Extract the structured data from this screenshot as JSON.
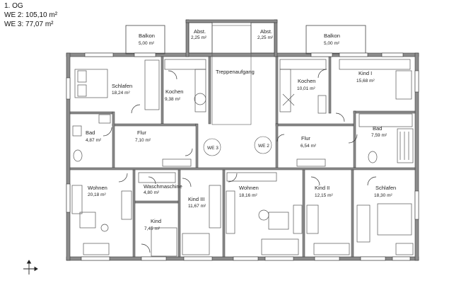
{
  "header": {
    "floor": "1. OG",
    "unit_a": {
      "label": "WE 2:",
      "area": "105,10 m²"
    },
    "unit_b": {
      "label": "WE 3:",
      "area": "77,07 m²"
    }
  },
  "rooms": [
    {
      "id": "balkon-left",
      "name": "Balkon",
      "area": "5,00 m²"
    },
    {
      "id": "abst-left",
      "name": "Abst.",
      "area": "2,25 m²"
    },
    {
      "id": "abst-right",
      "name": "Abst.",
      "area": "2,25 m²"
    },
    {
      "id": "balkon-right",
      "name": "Balkon",
      "area": "5,00 m²"
    },
    {
      "id": "schlafen-top",
      "name": "Schlafen",
      "area": "18,24 m²"
    },
    {
      "id": "kochen-left",
      "name": "Kochen",
      "area": "9,38 m²"
    },
    {
      "id": "treppen",
      "name": "Treppenaufgang",
      "area": ""
    },
    {
      "id": "kochen-right",
      "name": "Kochen",
      "area": "10,01 m²"
    },
    {
      "id": "kind-1",
      "name": "Kind I",
      "area": "15,68 m²"
    },
    {
      "id": "bad-left",
      "name": "Bad",
      "area": "4,87 m²"
    },
    {
      "id": "flur-left",
      "name": "Flur",
      "area": "7,10 m²"
    },
    {
      "id": "flur-right",
      "name": "Flur",
      "area": "6,54 m²"
    },
    {
      "id": "bad-right",
      "name": "Bad",
      "area": "7,59 m²"
    },
    {
      "id": "waschmaschine",
      "name": "Waschmaschine",
      "area": "4,80 m²"
    },
    {
      "id": "wohnen-left",
      "name": "Wohnen",
      "area": "20,18 m²"
    },
    {
      "id": "kind-small",
      "name": "Kind",
      "area": "7,45 m²"
    },
    {
      "id": "kind-3",
      "name": "Kind III",
      "area": "11,67 m²"
    },
    {
      "id": "wohnen-mid",
      "name": "Wohnen",
      "area": "18,16 m²"
    },
    {
      "id": "kind-2",
      "name": "Kind II",
      "area": "12,15 m²"
    },
    {
      "id": "schlafen-bottom",
      "name": "Schlafen",
      "area": "18,30 m²"
    }
  ],
  "entrances": [
    {
      "id": "we3",
      "label": "WE 3"
    },
    {
      "id": "we2",
      "label": "WE 2"
    }
  ],
  "colors": {
    "wall": "#8c8c8c",
    "wall_line": "#3a3a3a",
    "furniture": "#555555",
    "background": "#ffffff"
  },
  "compass_icon": "crosshair-arrow-icon"
}
